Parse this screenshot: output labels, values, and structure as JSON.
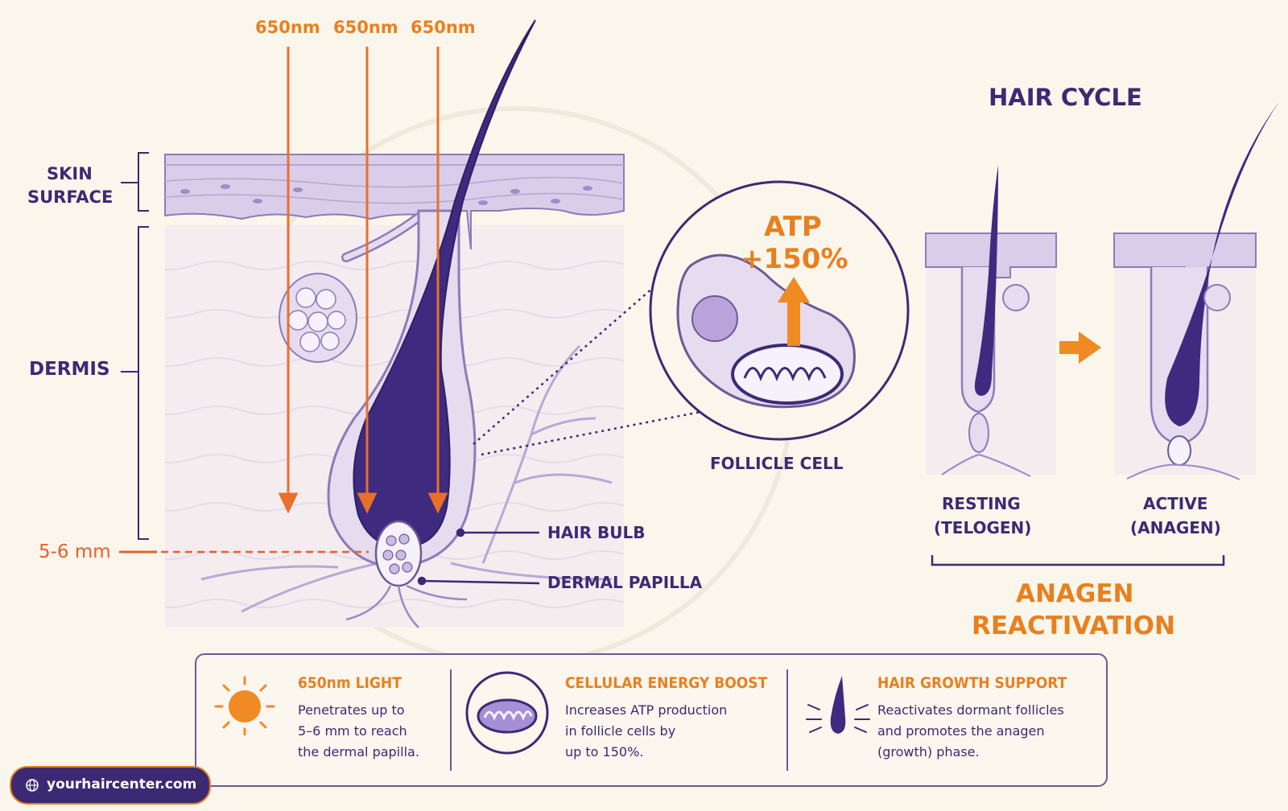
{
  "wavelength_labels": [
    "650nm",
    "650nm",
    "650nm"
  ],
  "layers": {
    "skin_surface": [
      "SKIN",
      "SURFACE"
    ],
    "dermis": "DERMIS",
    "depth": "5-6 mm"
  },
  "structures": {
    "hair_bulb": "HAIR BULB",
    "dermal_papilla": "DERMAL PAPILLA"
  },
  "cell_zoom": {
    "atp_label": "ATP",
    "atp_value": "+150%",
    "caption": "FOLLICLE CELL"
  },
  "hair_cycle": {
    "title": "HAIR CYCLE",
    "resting": [
      "RESTING",
      "(TELOGEN)"
    ],
    "active": [
      "ACTIVE",
      "(ANAGEN)"
    ],
    "result": [
      "ANAGEN",
      "REACTIVATION"
    ]
  },
  "info_panel": [
    {
      "title": "650nm LIGHT",
      "lines": [
        "Penetrates up to",
        "5–6 mm to reach",
        "the dermal papilla."
      ],
      "icon": "sun-icon"
    },
    {
      "title": "CELLULAR ENERGY BOOST",
      "lines": [
        "Increases ATP production",
        "in follicle cells by",
        "up to 150%."
      ],
      "icon": "mitochondria-icon"
    },
    {
      "title": "HAIR GROWTH SUPPORT",
      "lines": [
        "Reactivates dormant follicles",
        "and promotes the anagen",
        "(growth) phase."
      ],
      "icon": "hair-follicle-icon"
    }
  ],
  "website": "yourhaircenter.com",
  "colors": {
    "purple": "#3b2a73",
    "orange": "#e8801f",
    "red_orange": "#e8602a",
    "lavender": "#d9cdea",
    "background": "#fbf6ec"
  }
}
